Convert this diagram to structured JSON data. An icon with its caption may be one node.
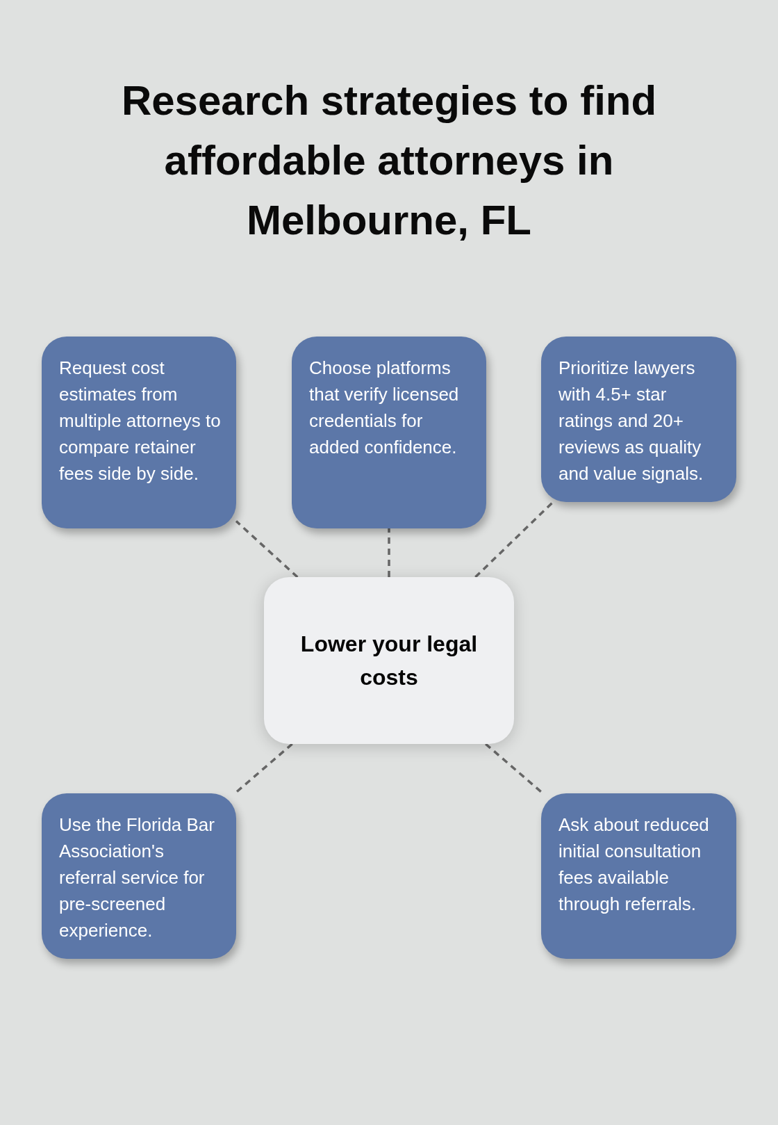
{
  "diagram": {
    "title": "Research strategies to find affordable attorneys in Melbourne, FL",
    "nodes": [
      {
        "text": [
          "Request cost estimates from multiple attorneys to compare retainer fees side by side."
        ]
      },
      {
        "text": [
          "Choose platforms that verify licensed credentials for added confidence."
        ]
      },
      {
        "text": [
          "Prioritize lawyers with 4.5+ star ratings and 20+ reviews as quality and value signals."
        ]
      },
      {
        "text": [
          "Lower your legal costs"
        ]
      },
      {
        "text": [
          "Use the Florida Bar Association's referral service for pre-screened experience."
        ]
      },
      {
        "text": [
          "Ask about reduced initial consultation fees available through referrals."
        ]
      }
    ],
    "edges": [
      {
        "from": 3,
        "to": 0,
        "arrow": "none",
        "style": "dashed"
      },
      {
        "from": 3,
        "to": 1,
        "arrow": "none",
        "style": "dashed"
      },
      {
        "from": 3,
        "to": 2,
        "arrow": "none",
        "style": "dashed"
      },
      {
        "from": 3,
        "to": 4,
        "arrow": "none",
        "style": "dashed"
      },
      {
        "from": 3,
        "to": 5,
        "arrow": "none",
        "style": "dashed"
      }
    ]
  }
}
